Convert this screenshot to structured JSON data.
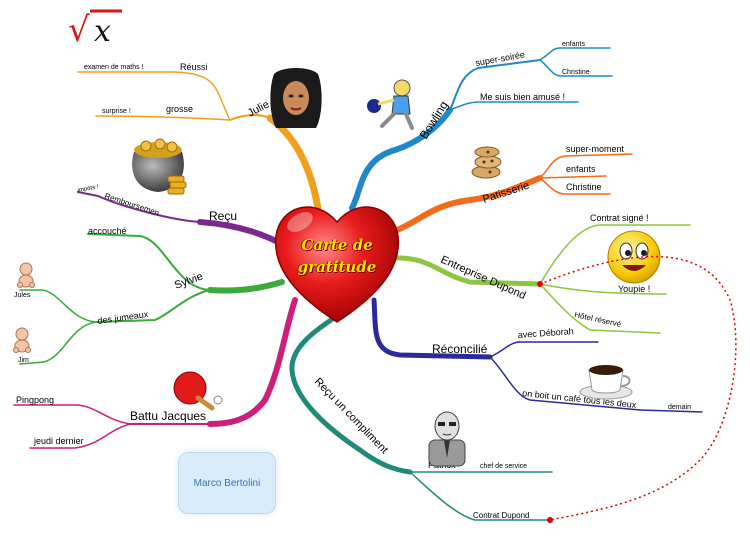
{
  "center": {
    "line1": "Carte de",
    "line2": "gratitude"
  },
  "author": "Marco Bertolini",
  "math_logo": {
    "symbol": "√",
    "variable": "x"
  },
  "branches": {
    "julie": {
      "label": "Julie",
      "reussi": "Réussi",
      "examen": "examen de maths !",
      "grosse": "grosse",
      "surprise": "surprise !"
    },
    "recu": {
      "label": "Reçu",
      "remboursement": "Remboursemen",
      "impots": "impôts !"
    },
    "sylvie": {
      "label": "Sylvie",
      "accouche": "accouché",
      "jumeaux": "des jumeaux",
      "jules": "Jules",
      "jim": "Jim"
    },
    "battu": {
      "label": "Battu Jacques",
      "pingpong": "Pingpong",
      "jeudi": "jeudi dernier"
    },
    "compliment": {
      "label": "Reçu un compliment",
      "patrick": "Patrick",
      "chef": "chef de service",
      "contrat": "Contrat Dupond"
    },
    "bowling": {
      "label": "Bowling",
      "soiree": "super-soirée",
      "enfants": "enfants",
      "christine": "Christine",
      "amuse": "Me suis bien amusé !"
    },
    "patisserie": {
      "label": "Patisserie",
      "moment": "super-moment",
      "enfants": "enfants",
      "christine": "Christine"
    },
    "entreprise": {
      "label": "Entreprise Dupond",
      "contrat": "Contrat signé !",
      "youpie": "Youpie !",
      "hotel": "Hôtel réservé"
    },
    "reconcilie": {
      "label": "Réconcilié",
      "deborah": "avec Déborah",
      "cafe": "on boit un café tous les deux",
      "demain": "demain"
    }
  },
  "colors": {
    "julie": "#f0a020",
    "recu": "#7a2a8a",
    "sylvie": "#3aaa3a",
    "battu": "#cc1f7a",
    "compliment": "#1f8a7a",
    "bowling": "#1e88c8",
    "patisserie": "#f26a1a",
    "entreprise": "#8cc63f",
    "reconcilie": "#2a2a9a",
    "heart": "#e11a1a",
    "link": "#e00000"
  }
}
